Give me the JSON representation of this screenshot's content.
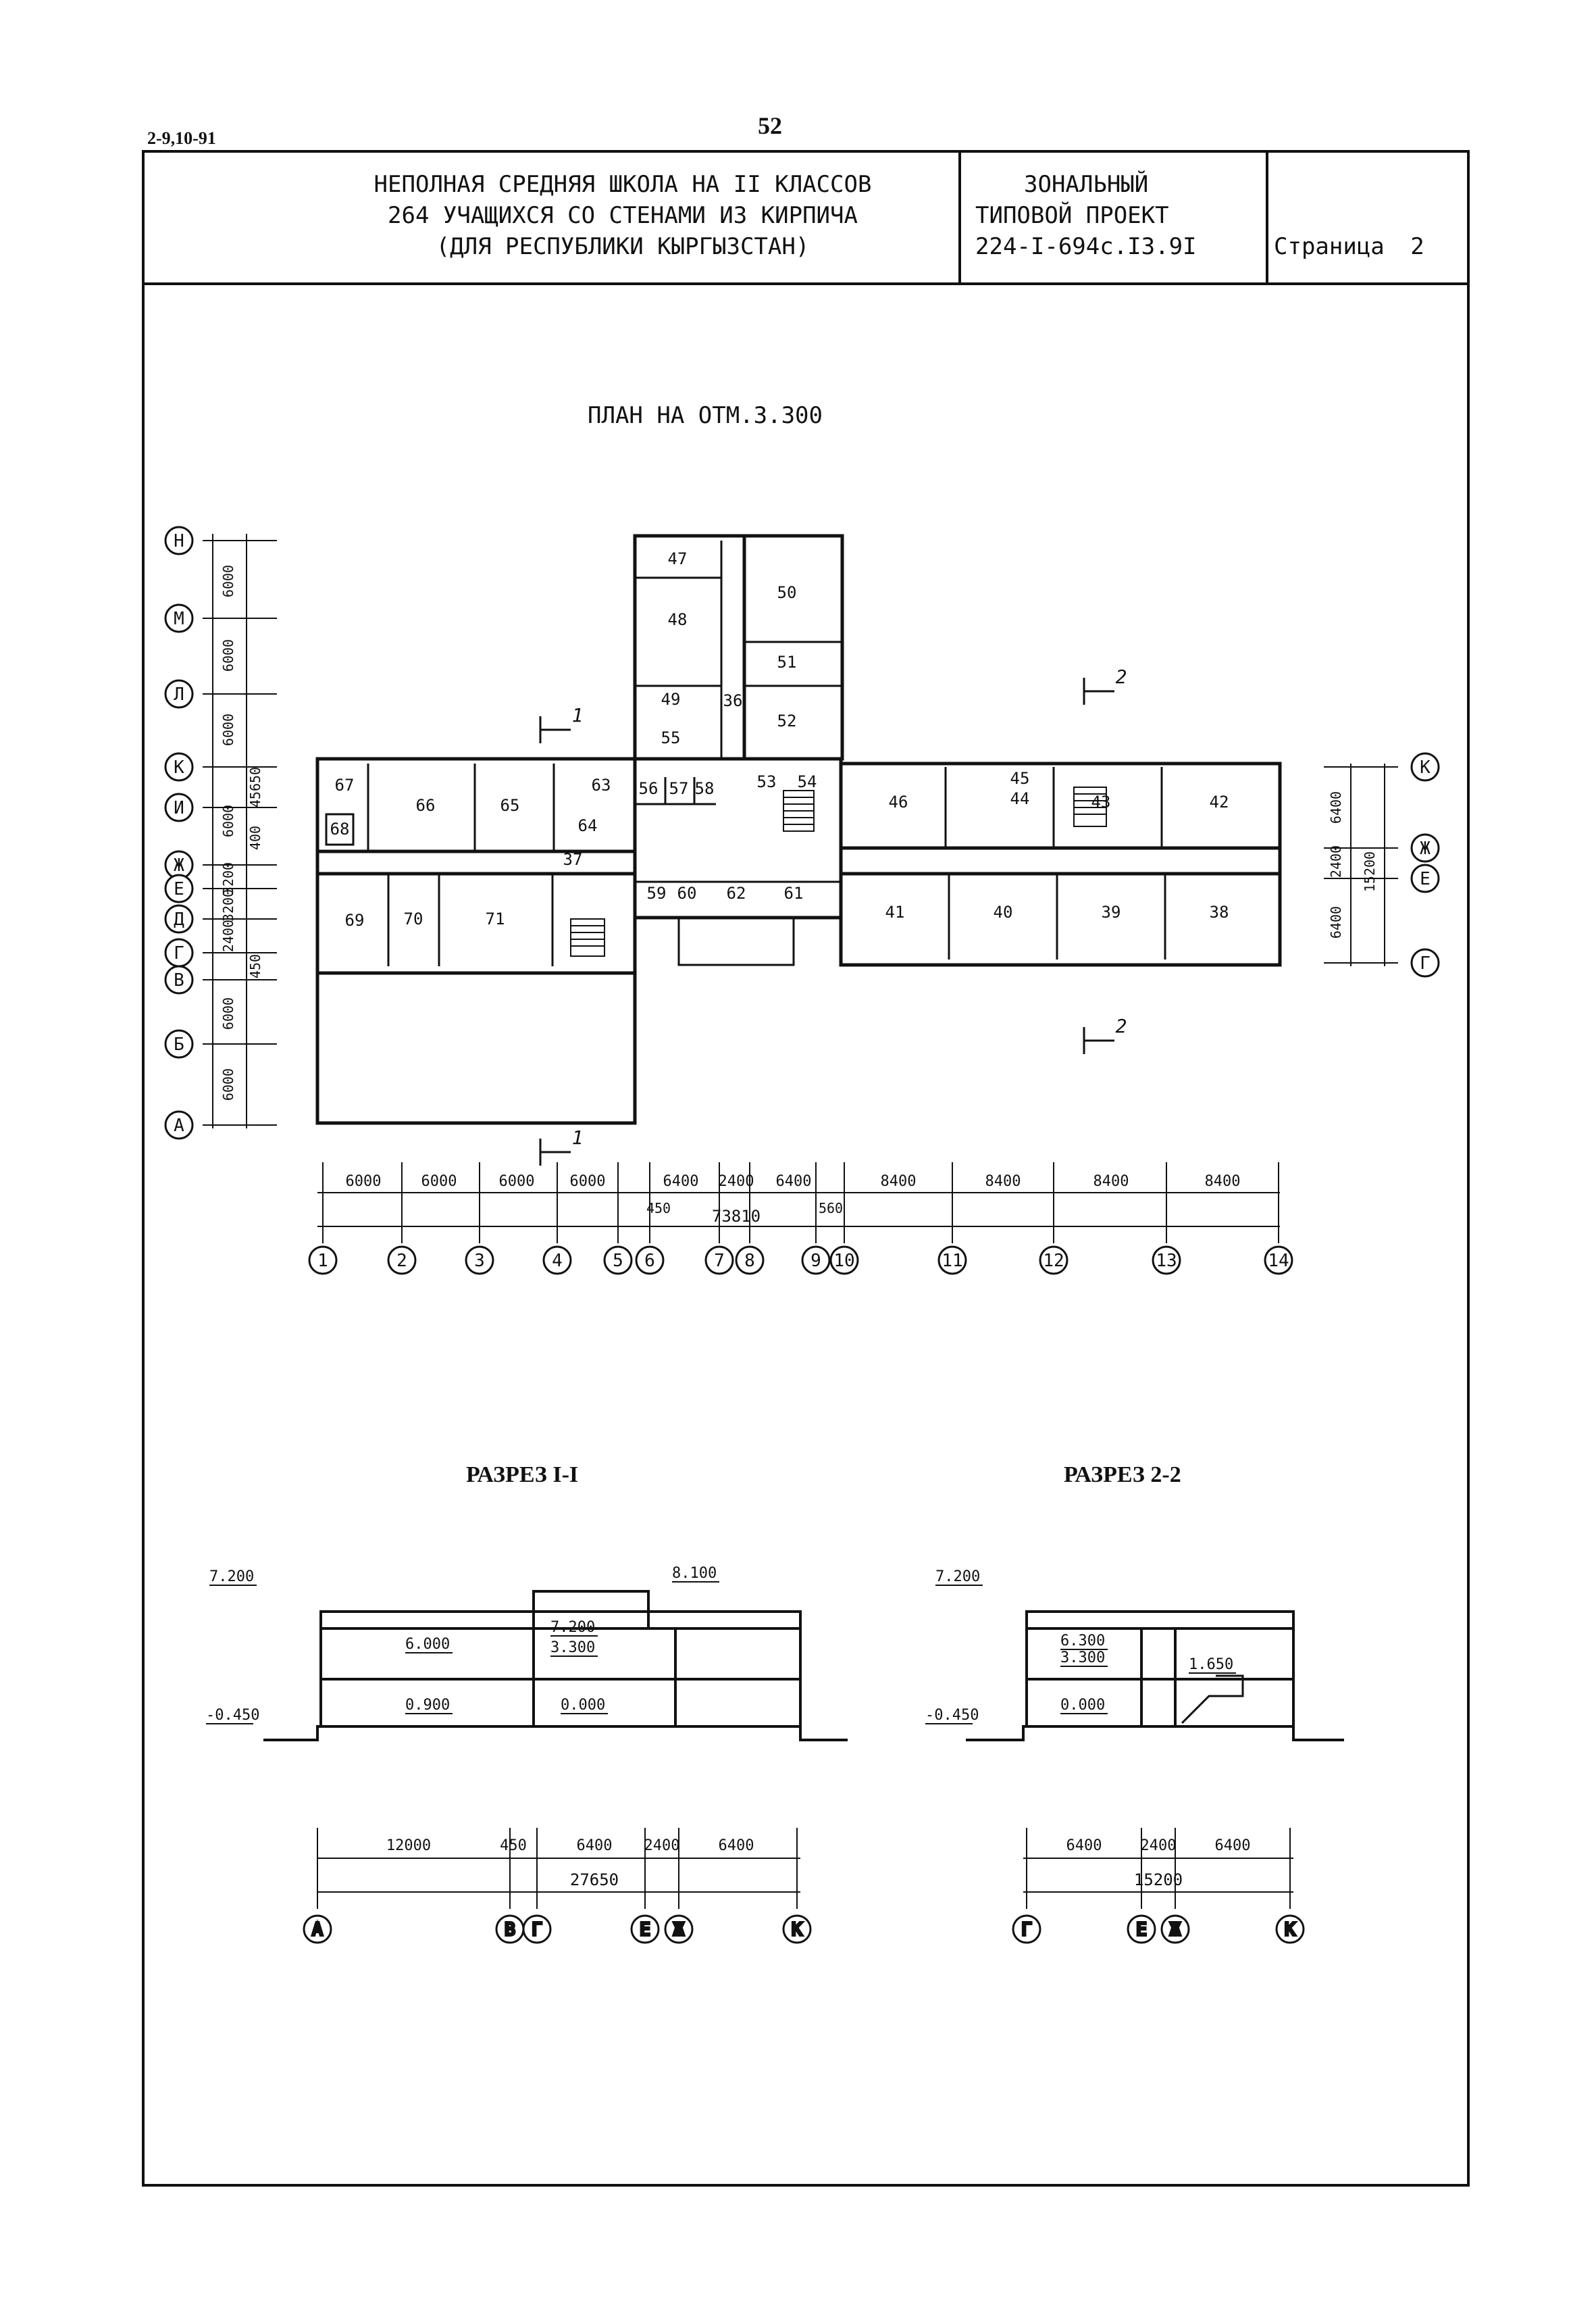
{
  "doc_code": "2-9,10-91",
  "page_number": "52",
  "header": {
    "title_lines": [
      "НЕПОЛНАЯ СРЕДНЯЯ ШКОЛА НА II КЛАССОВ",
      "264 УЧАЩИХСЯ СО СТЕНАМИ ИЗ КИРПИЧА",
      "(ДЛЯ РЕСПУБЛИКИ КЫРГЫЗСТАН)"
    ],
    "project_lines": [
      "ЗОНАЛЬНЫЙ",
      "ТИПОВОЙ ПРОЕКТ",
      "224-I-694с.I3.9I"
    ],
    "page_label": "Страница",
    "page_value": "2"
  },
  "plan": {
    "title": "ПЛАН НА ОТМ.3.300",
    "rooms": [
      "47",
      "48",
      "49",
      "55",
      "50",
      "51",
      "52",
      "36",
      "53",
      "54",
      "56",
      "57",
      "58",
      "67",
      "68",
      "66",
      "65",
      "63",
      "64",
      "37",
      "69",
      "70",
      "71",
      "59",
      "60",
      "62",
      "61",
      "46",
      "45",
      "44",
      "43",
      "42",
      "41",
      "40",
      "39",
      "38"
    ],
    "row_axes": [
      "Н",
      "М",
      "Л",
      "К",
      "И",
      "Ж",
      "Е",
      "Д",
      "Г",
      "В",
      "Б",
      "А"
    ],
    "left_dims": [
      "6000",
      "6000",
      "6000",
      "6000",
      "45650",
      "400",
      "3200",
      "3200",
      "2400",
      "450",
      "6000",
      "6000"
    ],
    "right_axes": [
      "К",
      "Ж",
      "Е",
      "Г"
    ],
    "right_dims": [
      "6400",
      "2400",
      "6400",
      "15200"
    ],
    "col_axes": [
      "1",
      "2",
      "3",
      "4",
      "5",
      "6",
      "7",
      "8",
      "9",
      "10",
      "11",
      "12",
      "13",
      "14"
    ],
    "bottom_dims": [
      "6000",
      "6000",
      "6000",
      "6000",
      "6400",
      "2400",
      "6400",
      "8400",
      "8400",
      "8400",
      "8400"
    ],
    "bottom_small": [
      "450",
      "560"
    ],
    "bottom_total": "73810",
    "section_marks": [
      "1",
      "1",
      "2",
      "2"
    ]
  },
  "section1": {
    "title": "РАЗРЕЗ I-I",
    "levels": [
      "7.200",
      "8.100",
      "6.000",
      "7.200",
      "3.300",
      "0.900",
      "0.000",
      "-0.450"
    ],
    "dims": [
      "12000",
      "450",
      "6400",
      "2400",
      "6400"
    ],
    "total": "27650",
    "axes": [
      "А",
      "В",
      "Г",
      "Е",
      "Ж",
      "К"
    ]
  },
  "section2": {
    "title": "РАЗРЕЗ 2-2",
    "levels": [
      "7.200",
      "6.300",
      "3.300",
      "1.650",
      "0.000",
      "-0.450"
    ],
    "dims": [
      "6400",
      "2400",
      "6400"
    ],
    "total": "15200",
    "axes": [
      "Г",
      "Е",
      "Ж",
      "К"
    ]
  }
}
